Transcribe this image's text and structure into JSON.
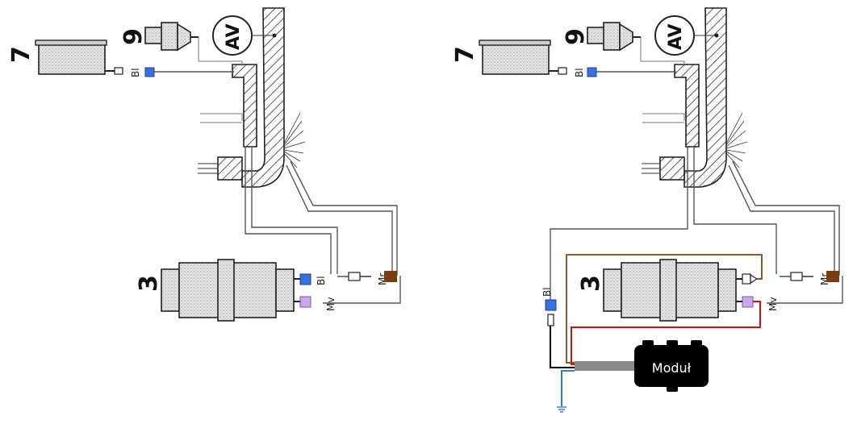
{
  "left": {
    "labels": {
      "n7": "7",
      "n9": "9",
      "n3": "3",
      "av": "AV",
      "bl_top": "Bl",
      "bl_mid": "Bl",
      "mr": "Mr",
      "mv": "Mv"
    }
  },
  "right": {
    "labels": {
      "n7": "7",
      "n9": "9",
      "n3": "3",
      "av": "AV",
      "bl_top": "Bl",
      "bl_side": "Bl",
      "mr": "Mr",
      "mv": "Mv"
    },
    "module_label": "Moduł"
  },
  "colors": {
    "blue_connector": "#3b6fe0",
    "lavender_connector": "#c9a6f0",
    "brown_connector": "#7a3d12",
    "brown_wire": "#8b5a2b",
    "red_wire": "#cc1111",
    "black_wire": "#000000",
    "ground_wire": "#2b7fd0",
    "module_fill": "#000000"
  }
}
